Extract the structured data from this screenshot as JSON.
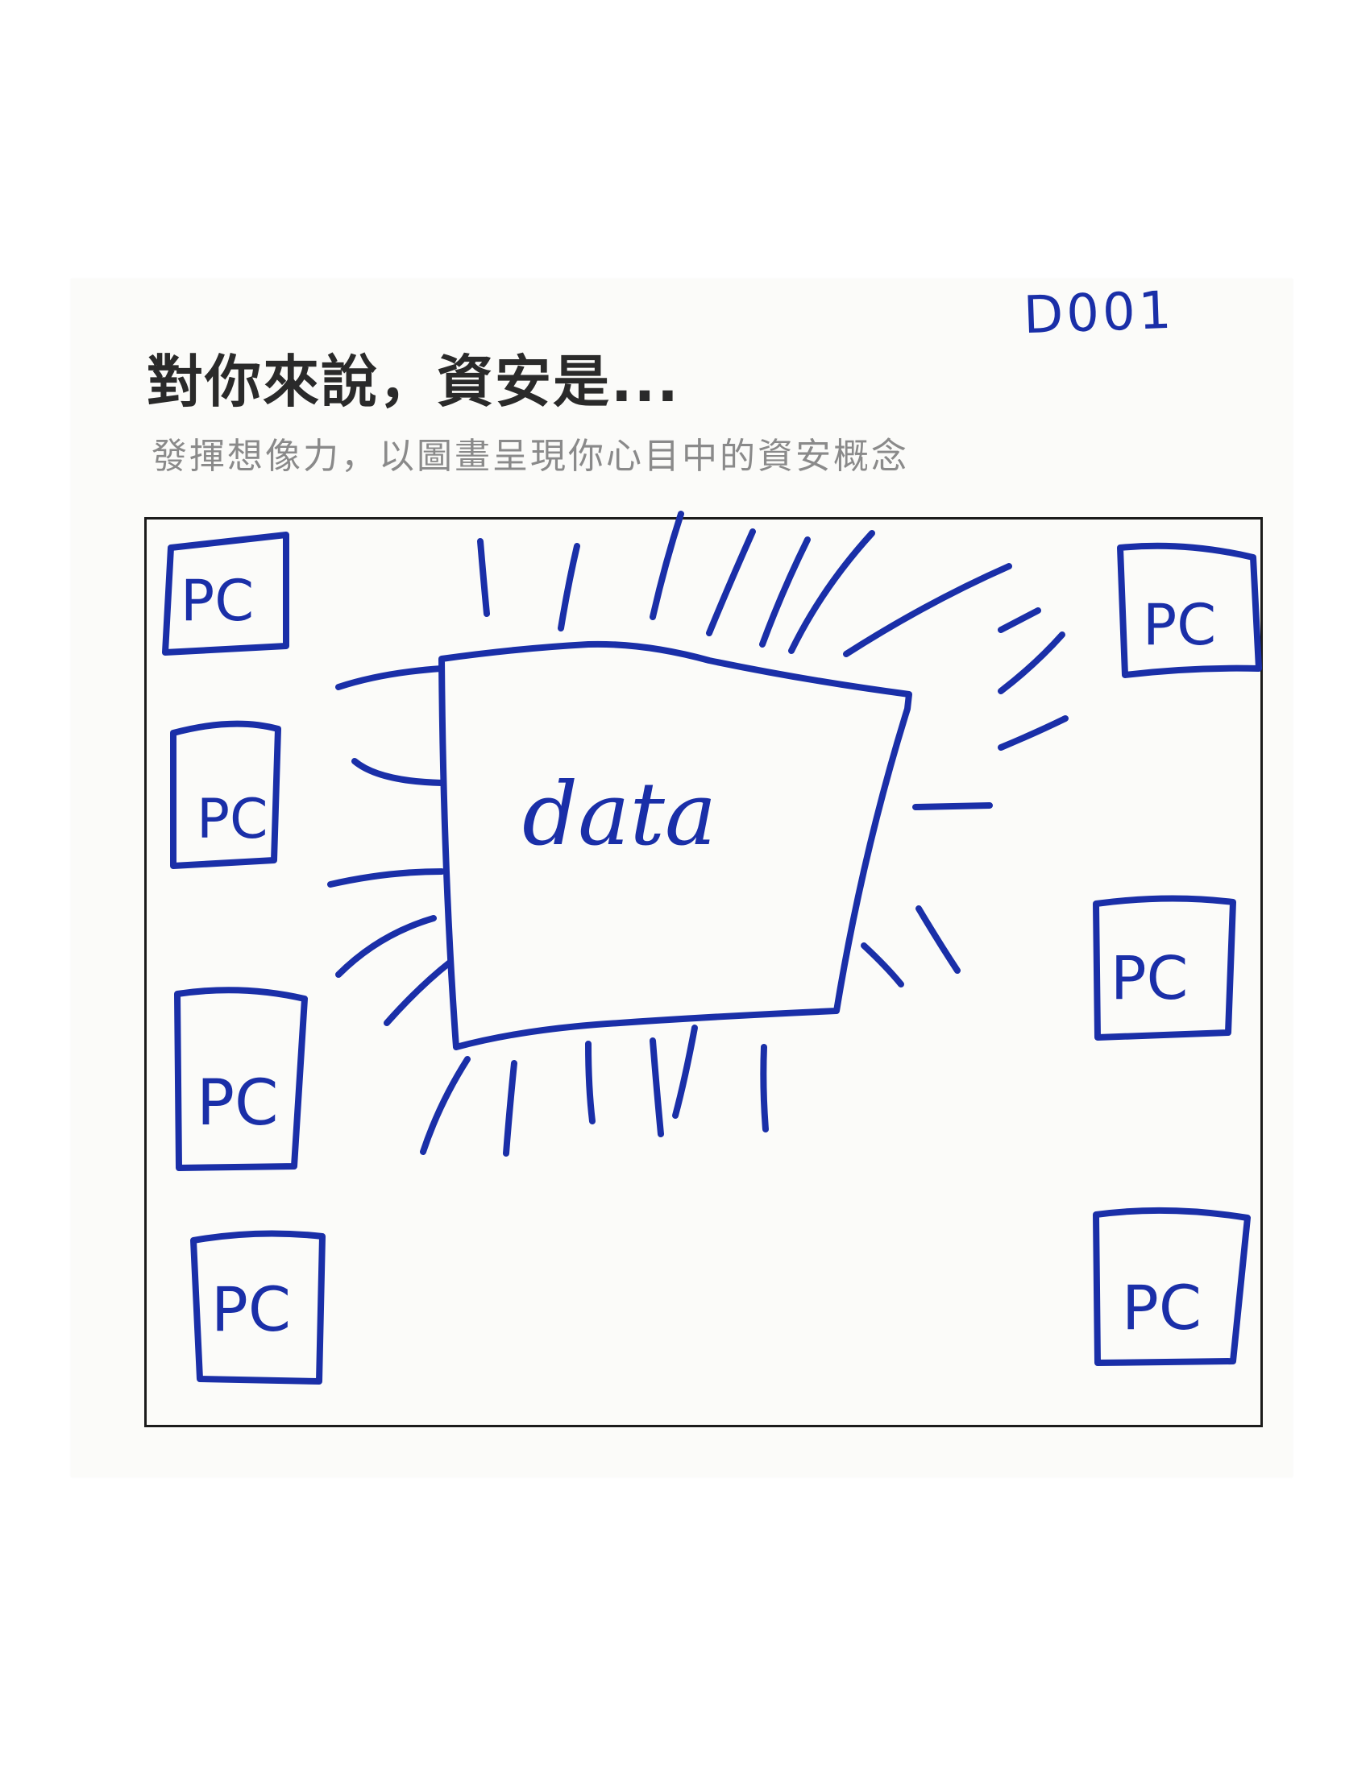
{
  "card": {
    "code": "D001",
    "title": "對你來說，資安是...",
    "subtitle": "發揮想像力，以圖畫呈現你心目中的資安概念"
  },
  "drawing": {
    "center_label": "data",
    "pc_label": "PC"
  },
  "colors": {
    "ink": "#1a2fa8",
    "title": "#2a2a2a",
    "subtitle": "#8a8a8a",
    "frame": "#1b1b1b"
  }
}
